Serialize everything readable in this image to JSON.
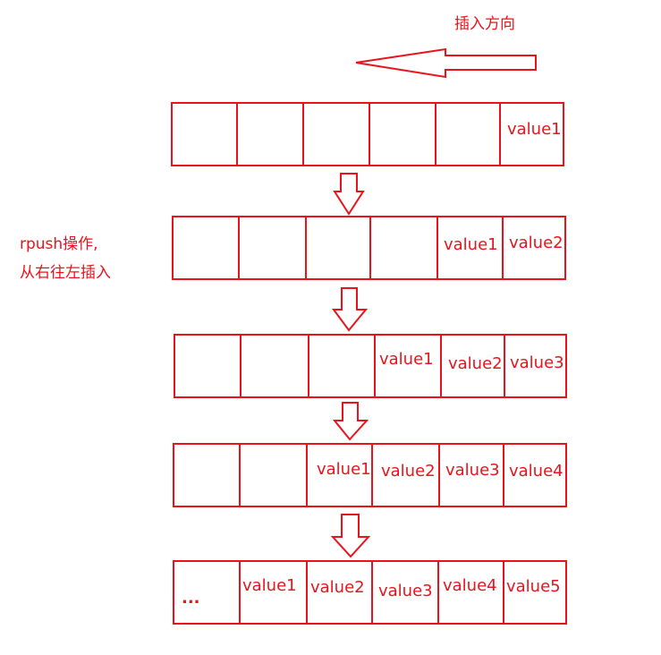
{
  "header": {
    "direction_label": "插入方向"
  },
  "side_note": {
    "line1": "rpush操作,",
    "line2": "从右往左插入"
  },
  "rows": [
    {
      "cells": [
        "",
        "",
        "",
        "",
        "",
        "value1"
      ]
    },
    {
      "cells": [
        "",
        "",
        "",
        "",
        "value1",
        "value2"
      ]
    },
    {
      "cells": [
        "",
        "",
        "",
        "value1",
        "value2",
        "value3"
      ]
    },
    {
      "cells": [
        "",
        "",
        "value1",
        "value2",
        "value3",
        "value4"
      ]
    },
    {
      "cells": [
        "...",
        "value1",
        "value2",
        "value3",
        "value4",
        "value5"
      ]
    }
  ],
  "colors": {
    "accent": "#e8141c",
    "background": "#ffffff"
  }
}
